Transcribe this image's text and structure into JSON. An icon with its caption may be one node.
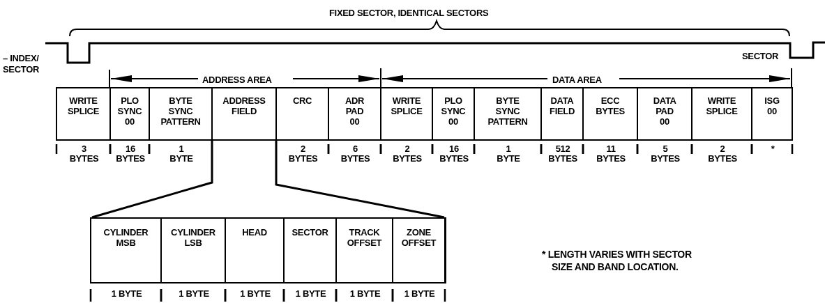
{
  "diagram": {
    "nodes": [
      {
        "text": [
          "WRITE SPLICE"
        ],
        "beside": [
          "3 BYTES"
        ]
      },
      {
        "text": [
          "PLO SYNC 00"
        ],
        "beside": [
          "16 BYTES"
        ]
      },
      {
        "text": [
          "BYTE SYNC PATTERN"
        ],
        "beside": [
          "1 BYTE"
        ]
      },
      {
        "text": [
          "ADDRESS FIELD"
        ]
      },
      {
        "text": [
          "CRC"
        ],
        "beside": [
          "2 BYTES"
        ]
      },
      {
        "text": [
          "ADR PAD 00"
        ],
        "beside": [
          "6 BYTES"
        ]
      },
      {
        "text": [
          "WRITE SPLICE"
        ],
        "beside": [
          "2 BYTES"
        ]
      },
      {
        "text": [
          "PLO SYNC 00"
        ],
        "beside": [
          "16 BYTES"
        ]
      },
      {
        "text": [
          "BYTE SYNC PATTERN"
        ],
        "beside": [
          "1 BYTE"
        ]
      },
      {
        "text": [
          "DATA FIELD"
        ],
        "beside": [
          "512 BYTES"
        ]
      },
      {
        "text": [
          "ECC BYTES"
        ],
        "beside": [
          "11 BYTES"
        ]
      },
      {
        "text": [
          "DATA PAD 00"
        ],
        "beside": [
          "5 BYTES"
        ]
      },
      {
        "text": [
          "WRITE SPLICE"
        ],
        "beside": [
          "2 BYTES"
        ]
      },
      {
        "text": [
          "ISG 00"
        ],
        "beside": [
          "*"
        ]
      },
      {
        "text": [],
        "shape": "box"
      },
      {
        "text": [
          "CYLINDER MSB"
        ],
        "in": 14,
        "beside": [
          "1 BYTE"
        ]
      },
      {
        "text": [
          "CYLINDER LSB"
        ],
        "in": 14,
        "beside": [
          "1 BYTE"
        ]
      },
      {
        "text": [
          "HEAD"
        ],
        "in": 14,
        "beside": [
          "1 BYTE"
        ]
      },
      {
        "text": [
          "SECTOR"
        ],
        "in": 14,
        "beside": [
          "1 BYTE"
        ]
      },
      {
        "text": [
          "TRACK OFFSET"
        ],
        "in": 14,
        "beside": [
          "1 BYTE"
        ]
      },
      {
        "text": [
          "ZONE OFFSET"
        ],
        "in": 14,
        "beside": [
          "1 BYTE"
        ]
      }
    ],
    "edges": [
      {
        "from": 3,
        "to": 14,
        "arrow": "none"
      },
      {
        "from": 3,
        "to": 14,
        "arrow": "none"
      }
    ],
    "labels": [
      "FIXED SECTOR, IDENTICAL SECTORS",
      "– INDEX/ SECTOR",
      "SECTOR",
      "ADDRESS AREA",
      "DATA AREA",
      "* LENGTH VARIES WITH SECTOR SIZE AND BAND LOCATION."
    ]
  }
}
